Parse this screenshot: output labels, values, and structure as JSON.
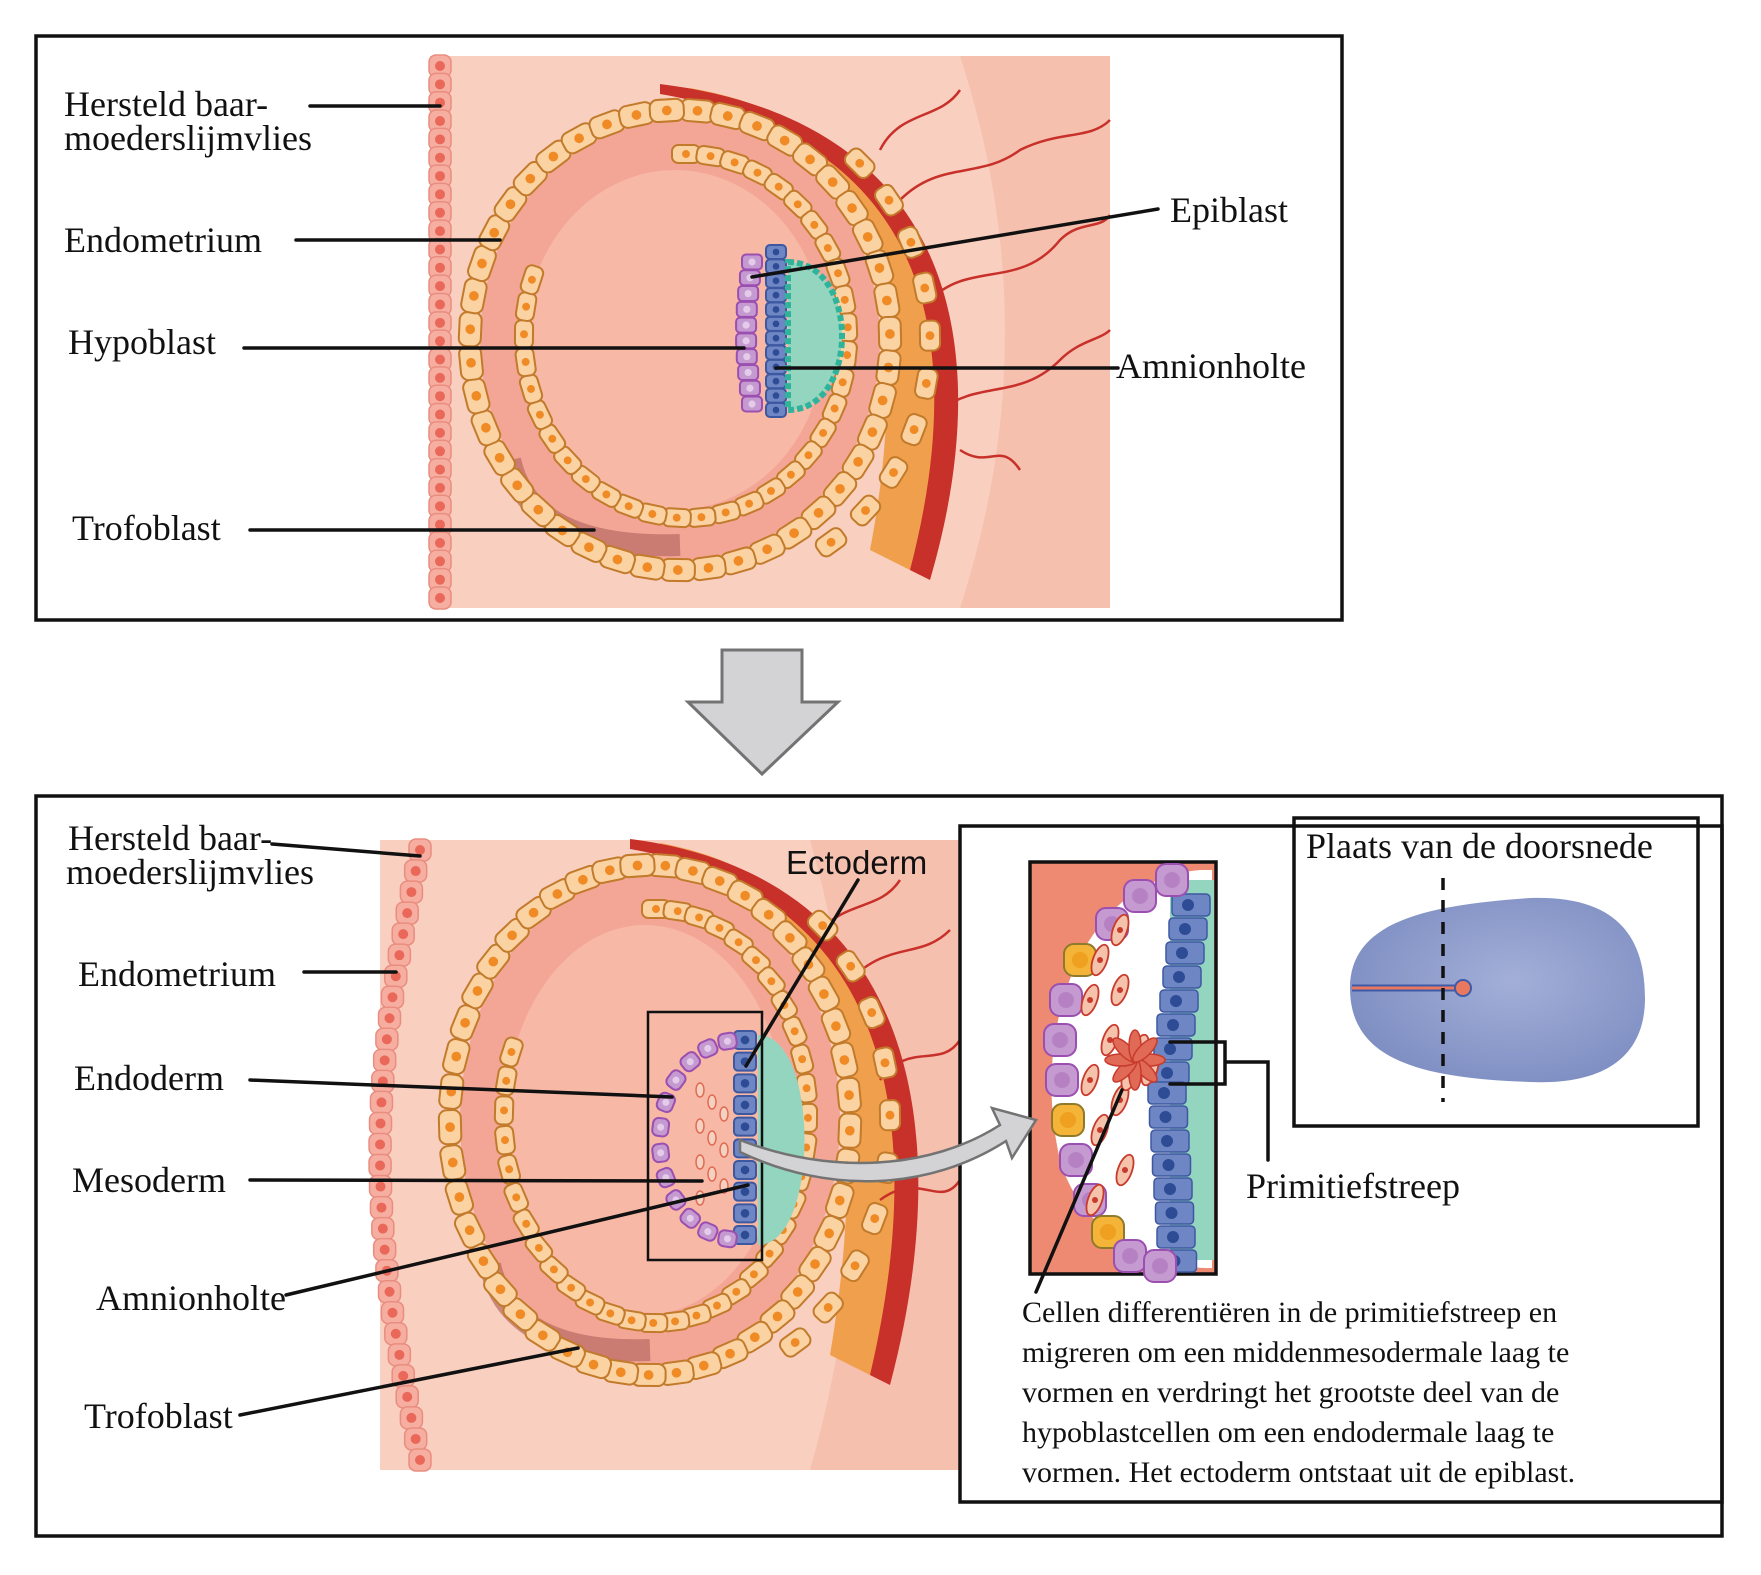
{
  "panels": {
    "top": {
      "labels": {
        "restored_mucosa": [
          "Hersteld baar-",
          "moederslijmvlies"
        ],
        "endometrium": "Endometrium",
        "hypoblast": "Hypoblast",
        "trophoblast": "Trofoblast",
        "epiblast": "Epiblast",
        "amniotic_cavity": "Amnionholte"
      }
    },
    "transition_arrow": {
      "icon": "down-arrow-icon",
      "color": "#d3d3d5"
    },
    "bottom": {
      "labels": {
        "restored_mucosa": [
          "Hersteld baar-",
          "moederslijmvlies"
        ],
        "endometrium": "Endometrium",
        "endoderm": "Endoderm",
        "mesoderm": "Mesoderm",
        "amniotic_cavity": "Amnionholte",
        "trophoblast": "Trofoblast",
        "ectoderm": "Ectoderm"
      },
      "detail": {
        "primitive_streak_label": "Primitiefstreep",
        "inset_title": "Plaats van de doorsnede",
        "caption_lines": [
          "Cellen differentiëren in de primitiefstreep en",
          "migreren om een middenmesodermale laag te",
          "vormen en verdringt het grootste deel van de",
          "hypoblastcellen om een endodermale laag te",
          "vormen. Het ectoderm ontstaat uit de epiblast."
        ]
      }
    }
  },
  "colors": {
    "endometrium": "#f9cfc0",
    "endometrium_dark": "#f4b5a3",
    "mucosa_cell": "#f6aea0",
    "mucosa_nucleus": "#e9685a",
    "trophoblast_cell": "#fbd2a2",
    "trophoblast_nucleus": "#f08a25",
    "trophoblast_outline": "#c27a2b",
    "blood": "#c8302a",
    "syncytio": "#f0a04c",
    "hypoblast": "#c59ad0",
    "hypoblast_outline": "#9b4fb0",
    "epiblast": "#6f86c4",
    "epiblast_nucleus": "#2e4c96",
    "amnion": "#94d5bf",
    "amnion_cell": "#bfe9d9",
    "amnion_outline": "#2fb39a",
    "yolk": "#f3b438",
    "mesoderm": "#e06a55",
    "embryo_disc": "#8796c8",
    "streak": "#e9785e",
    "inset_bg": "#ef8a72"
  }
}
